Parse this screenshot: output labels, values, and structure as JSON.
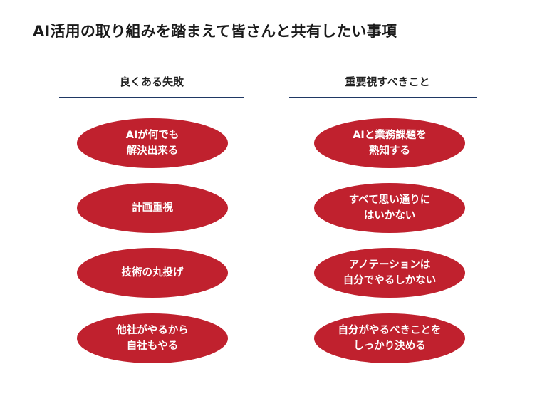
{
  "title": "AI活用の取り組みを踏まえて皆さんと共有したい事項",
  "left_column": {
    "header": "良くある失敗",
    "items": [
      {
        "lines": [
          "AIが何でも",
          "解決出来る"
        ]
      },
      {
        "lines": [
          "計画重視"
        ]
      },
      {
        "lines": [
          "技術の丸投げ"
        ]
      },
      {
        "lines": [
          "他社がやるから",
          "自社もやる"
        ]
      }
    ]
  },
  "right_column": {
    "header": "重要視すべきこと",
    "items": [
      {
        "lines": [
          "AIと業務課題を",
          "熟知する"
        ]
      },
      {
        "lines": [
          "すべて思い通りに",
          "はいかない"
        ]
      },
      {
        "lines": [
          "アノテーションは",
          "自分でやるしかない"
        ]
      },
      {
        "lines": [
          "自分がやるべきことを",
          "しっかり決める"
        ]
      }
    ]
  },
  "colors": {
    "pill": "#c0212e",
    "rule": "#1f3864"
  }
}
